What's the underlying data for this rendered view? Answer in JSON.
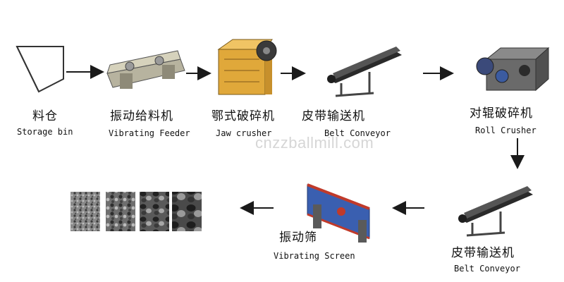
{
  "stages": [
    {
      "id": "storage-bin",
      "cn": "料仓",
      "en": "Storage bin"
    },
    {
      "id": "vibrating-feeder",
      "cn": "振动给料机",
      "en": "Vibrating Feeder"
    },
    {
      "id": "jaw-crusher",
      "cn": "鄂式破碎机",
      "en": "Jaw crusher"
    },
    {
      "id": "belt-conveyor-1",
      "cn": "皮带输送机",
      "en": "Belt Conveyor"
    },
    {
      "id": "roll-crusher",
      "cn": "对辊破碎机",
      "en": "Roll Crusher"
    },
    {
      "id": "belt-conveyor-2",
      "cn": "皮带输送机",
      "en": "Belt Conveyor"
    },
    {
      "id": "vibrating-screen",
      "cn": "振动筛",
      "en": "Vibrating Screen"
    }
  ],
  "products": [
    {
      "id": "product-sample-fine",
      "fill": "#6a6a6a"
    },
    {
      "id": "product-sample-small",
      "fill": "#5c5c5c"
    },
    {
      "id": "product-sample-medium",
      "fill": "#4e4e4e"
    },
    {
      "id": "product-sample-coarse",
      "fill": "#3d3d3d"
    }
  ],
  "watermark": "cnzzballmill.com",
  "colors": {
    "arrow": "#1a1a1a",
    "machine_gray": "#8a8a8a",
    "jaw_orange": "#e0a83a",
    "screen_blue": "#3a5fb0",
    "screen_red": "#c03a2a"
  }
}
